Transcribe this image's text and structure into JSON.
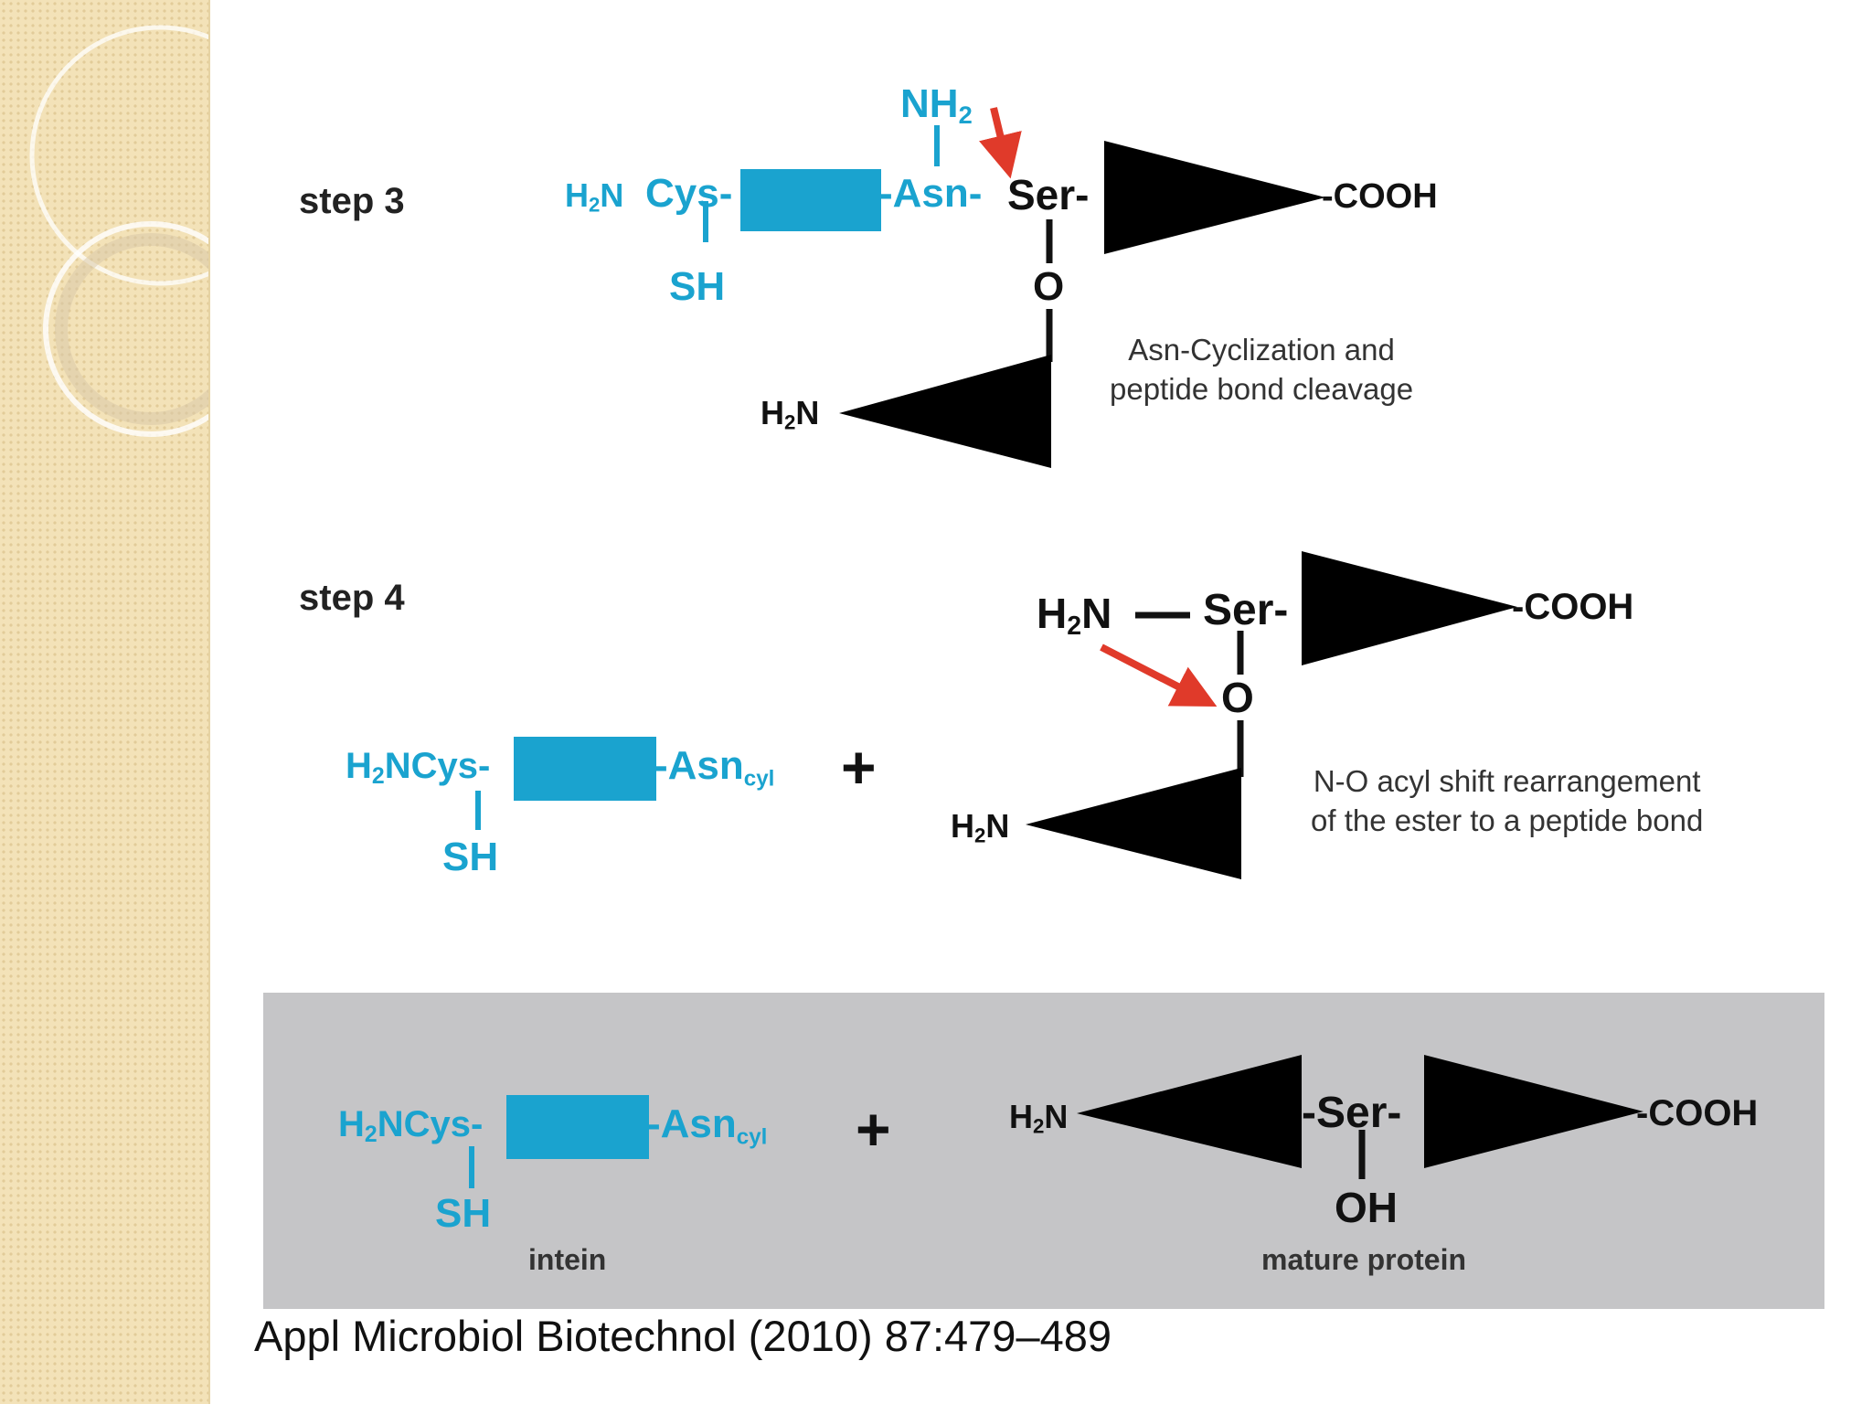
{
  "steps": {
    "step3": "step 3",
    "step4": "step 4"
  },
  "step3": {
    "h2n": "H",
    "h2n_sub": "2",
    "h2n_n": "N",
    "cys": "Cys-",
    "asn": "-Asn-",
    "nh2": "NH",
    "nh2_sub": "2",
    "sh": "SH",
    "ser": "Ser-",
    "o": "O",
    "cooh": "-COOH",
    "lower_h2n": "H",
    "lower_h2n_sub": "2",
    "lower_h2n_n": "N",
    "caption_line1": "Asn-Cyclization and",
    "caption_line2": "peptide bond cleavage"
  },
  "step4": {
    "h2n": "H",
    "h2n_sub": "2",
    "h2n_n": "NCys-",
    "asn": "-Asn",
    "asn_sub": "cyl",
    "sh": "SH",
    "plus": "+",
    "top_h2n": "H",
    "top_h2n_sub": "2",
    "top_h2n_n": "N",
    "ser": "Ser-",
    "o": "O",
    "cooh": "-COOH",
    "lower_h2n": "H",
    "lower_h2n_sub": "2",
    "lower_h2n_n": "N",
    "caption_line1": "N-O acyl shift rearrangement",
    "caption_line2": "of the ester to a peptide bond"
  },
  "result": {
    "h2n": "H",
    "h2n_sub": "2",
    "h2n_n": "NCys-",
    "asn": "-Asn",
    "asn_sub": "cyl",
    "sh": "SH",
    "plus": "+",
    "intein_label": "intein",
    "protein_h2n": "H",
    "protein_h2n_sub": "2",
    "protein_h2n_n": "N",
    "ser": "-Ser-",
    "oh": "OH",
    "cooh": "-COOH",
    "protein_label": "mature protein"
  },
  "citation": "Appl Microbiol Biotechnol (2010) 87:479–489",
  "colors": {
    "intein_blue": "#1aa3cf",
    "arrow_red": "#e03a2a",
    "panel_gray": "#c5c5c7",
    "sidebar": "#f3e2b8"
  }
}
